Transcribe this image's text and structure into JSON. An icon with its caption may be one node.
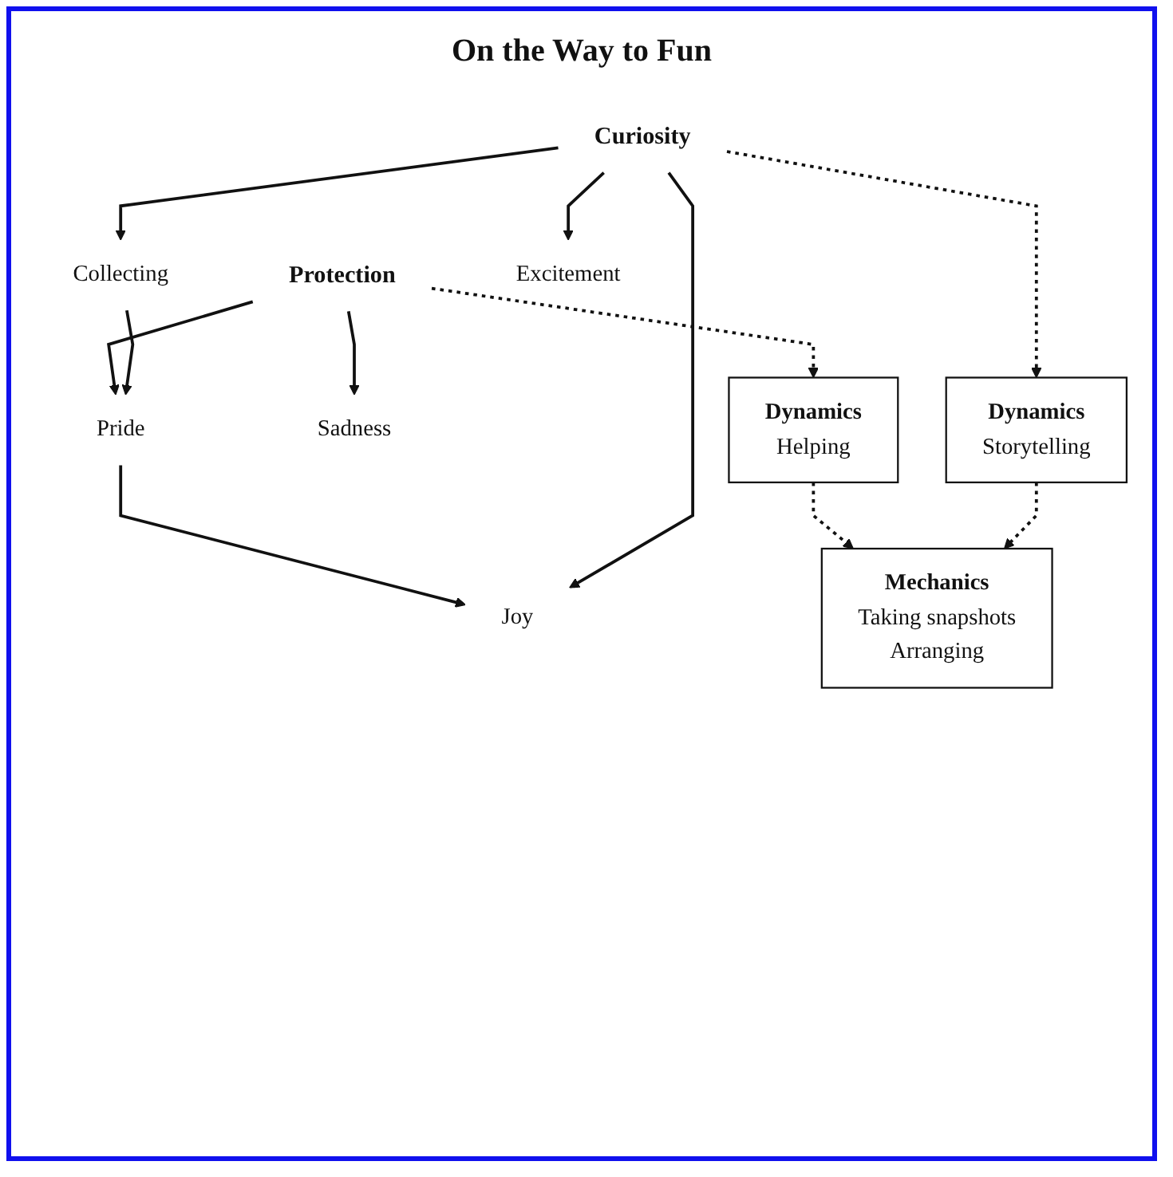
{
  "diagram": {
    "title": "On the Way to Fun",
    "nodes": [
      {
        "text": [
          "Protection"
        ]
      },
      {
        "text": [
          "Curiosity"
        ]
      },
      {
        "text": [
          "Collecting"
        ]
      },
      {
        "text": [
          "Pride"
        ]
      },
      {
        "text": [
          "Sadness"
        ]
      },
      {
        "text": [
          "Joy"
        ]
      },
      {
        "text": [
          "Excitement"
        ]
      },
      {
        "text": [
          "Dynamics",
          "Helping"
        ]
      },
      {
        "text": [
          "Dynamics",
          "Storytelling"
        ]
      },
      {
        "text": [
          "Mechanics",
          "Taking snapshots",
          "Arranging"
        ]
      }
    ],
    "edges": [
      {
        "from": 0,
        "to": 4,
        "arrow": "to"
      },
      {
        "from": 0,
        "to": 3,
        "arrow": "to"
      },
      {
        "from": 0,
        "to": 7,
        "arrow": "to",
        "style": "dashed"
      },
      {
        "from": 1,
        "to": 2,
        "arrow": "to"
      },
      {
        "from": 2,
        "to": 3,
        "arrow": "to"
      },
      {
        "from": 3,
        "to": 5,
        "arrow": "to"
      },
      {
        "from": 1,
        "to": 5,
        "arrow": "to"
      },
      {
        "from": 1,
        "to": 6,
        "arrow": "to"
      },
      {
        "from": 1,
        "to": 8,
        "arrow": "to",
        "style": "dashed"
      },
      {
        "from": 7,
        "to": 9,
        "arrow": "to",
        "style": "dashed"
      },
      {
        "from": 8,
        "to": 9,
        "arrow": "to",
        "style": "dashed"
      }
    ]
  }
}
